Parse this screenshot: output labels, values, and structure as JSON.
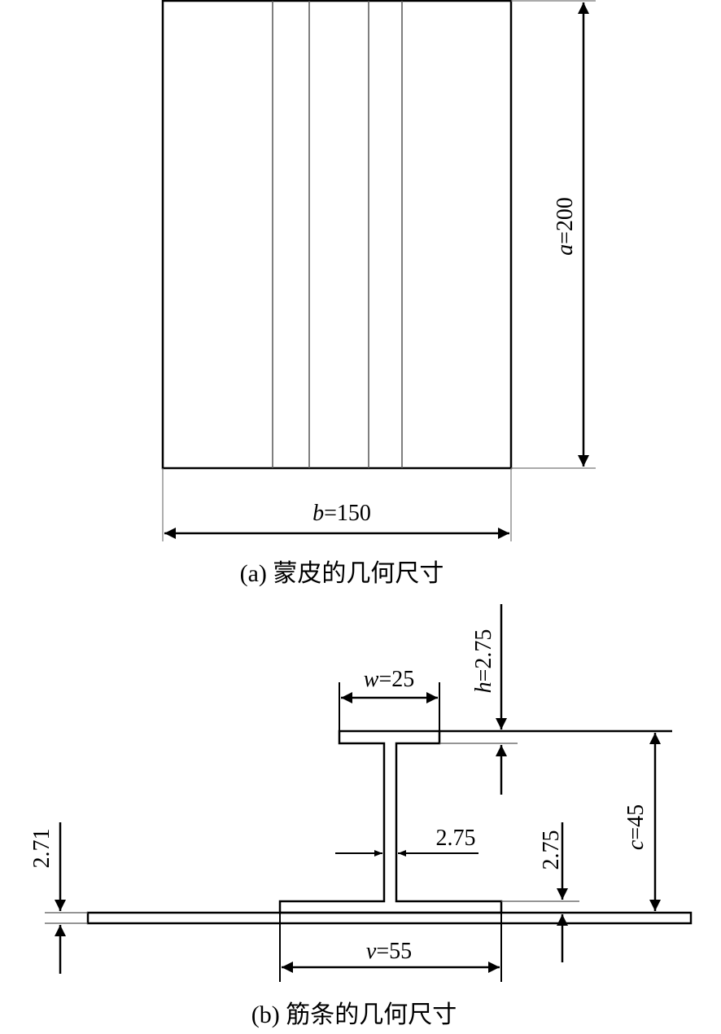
{
  "figure_a": {
    "caption": "(a) 蒙皮的几何尺寸",
    "dim_a": {
      "symbol": "a",
      "rest": "=200"
    },
    "dim_b": {
      "symbol": "b",
      "rest": "=150"
    }
  },
  "figure_b": {
    "caption": "(b) 筋条的几何尺寸",
    "dim_w": {
      "symbol": "w",
      "rest": "=25"
    },
    "dim_h": {
      "symbol": "h",
      "rest": "=2.75"
    },
    "dim_c": {
      "symbol": "c",
      "rest": "=45"
    },
    "dim_v": {
      "symbol": "v",
      "rest": "=55"
    },
    "web_thickness": "2.75",
    "flange_thickness": "2.75",
    "skin_thickness": "2.71"
  },
  "colors": {
    "line": "#000000",
    "thin_line": "#555555"
  }
}
